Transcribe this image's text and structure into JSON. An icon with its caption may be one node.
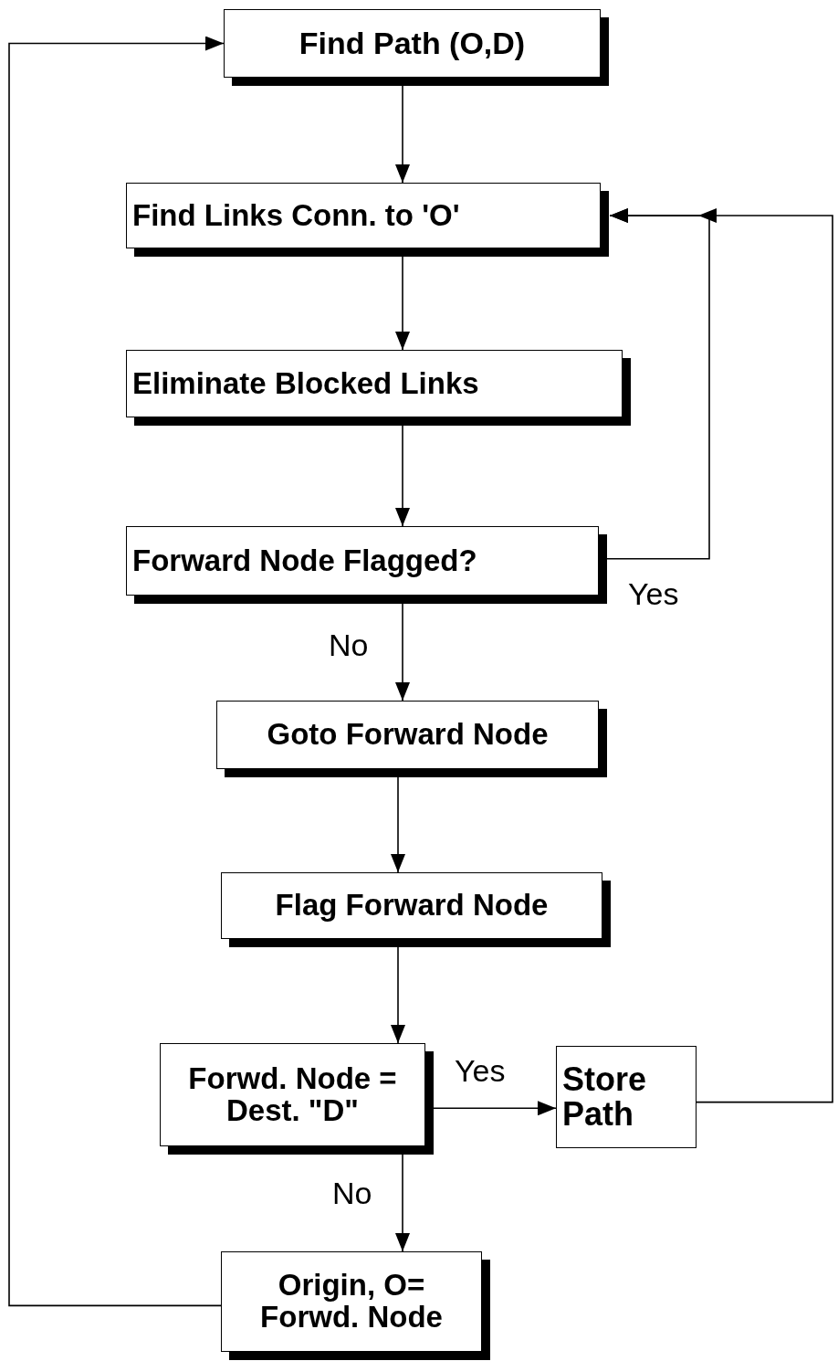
{
  "diagram": {
    "nodes": [
      {
        "text": [
          "Find Path (O,D)"
        ]
      },
      {
        "text": [
          "Find Links Conn. to 'O'"
        ]
      },
      {
        "text": [
          "Eliminate Blocked Links"
        ]
      },
      {
        "text": [
          "Forward Node Flagged?"
        ]
      },
      {
        "text": [
          "Goto Forward Node"
        ]
      },
      {
        "text": [
          "Flag Forward Node"
        ]
      },
      {
        "text": [
          "Forwd. Node = Dest. \"D\""
        ]
      },
      {
        "text": [
          "Store Path"
        ]
      },
      {
        "text": [
          "Origin, O= Forwd. Node"
        ]
      }
    ],
    "edges": [
      {
        "from": 0,
        "to": 1,
        "arrow": "to"
      },
      {
        "from": 1,
        "to": 2,
        "arrow": "to"
      },
      {
        "from": 2,
        "to": 3,
        "arrow": "to"
      },
      {
        "from": 3,
        "to": 1,
        "arrow": "to",
        "label": "Yes"
      },
      {
        "from": 3,
        "to": 4,
        "arrow": "to",
        "label": "No"
      },
      {
        "from": 4,
        "to": 5,
        "arrow": "to"
      },
      {
        "from": 5,
        "to": 6,
        "arrow": "to"
      },
      {
        "from": 6,
        "to": 7,
        "arrow": "to",
        "label": "Yes"
      },
      {
        "from": 6,
        "to": 8,
        "arrow": "to",
        "label": "No"
      },
      {
        "from": 8,
        "to": 0,
        "arrow": "to"
      },
      {
        "from": 7,
        "to": 1,
        "arrow": "to"
      }
    ]
  }
}
